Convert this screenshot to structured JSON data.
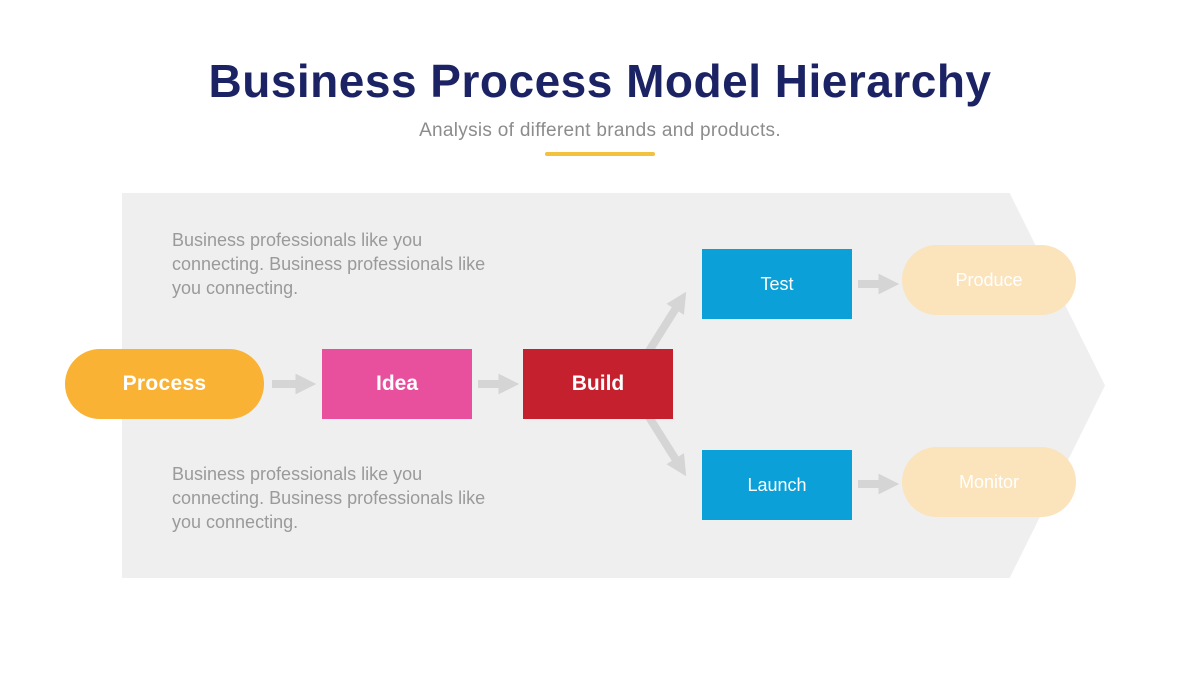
{
  "header": {
    "title": "Business Process Model Hierarchy",
    "subtitle": "Analysis of different brands and products."
  },
  "descriptions": {
    "top": "Business professionals like you connecting. Business professionals like you connecting.",
    "bottom": "Business professionals like you connecting. Business professionals like you connecting."
  },
  "nodes": {
    "process": {
      "label": "Process",
      "color": "#F9B233"
    },
    "idea": {
      "label": "Idea",
      "color": "#E8509E"
    },
    "build": {
      "label": "Build",
      "color": "#C4202E"
    },
    "test": {
      "label": "Test",
      "color": "#0BA1D8"
    },
    "launch": {
      "label": "Launch",
      "color": "#0BA1D8"
    },
    "produce": {
      "label": "Produce",
      "color": "#FBE3BC"
    },
    "monitor": {
      "label": "Monitor",
      "color": "#FBE3BC"
    }
  },
  "theme": {
    "title_color": "#1C2365",
    "subtitle_color": "#8C8C8C",
    "underline_color": "#F2C13E",
    "panel_background": "#EFEFEF",
    "arrow_color": "#D5D5D5",
    "description_color": "#9A9A9A"
  }
}
